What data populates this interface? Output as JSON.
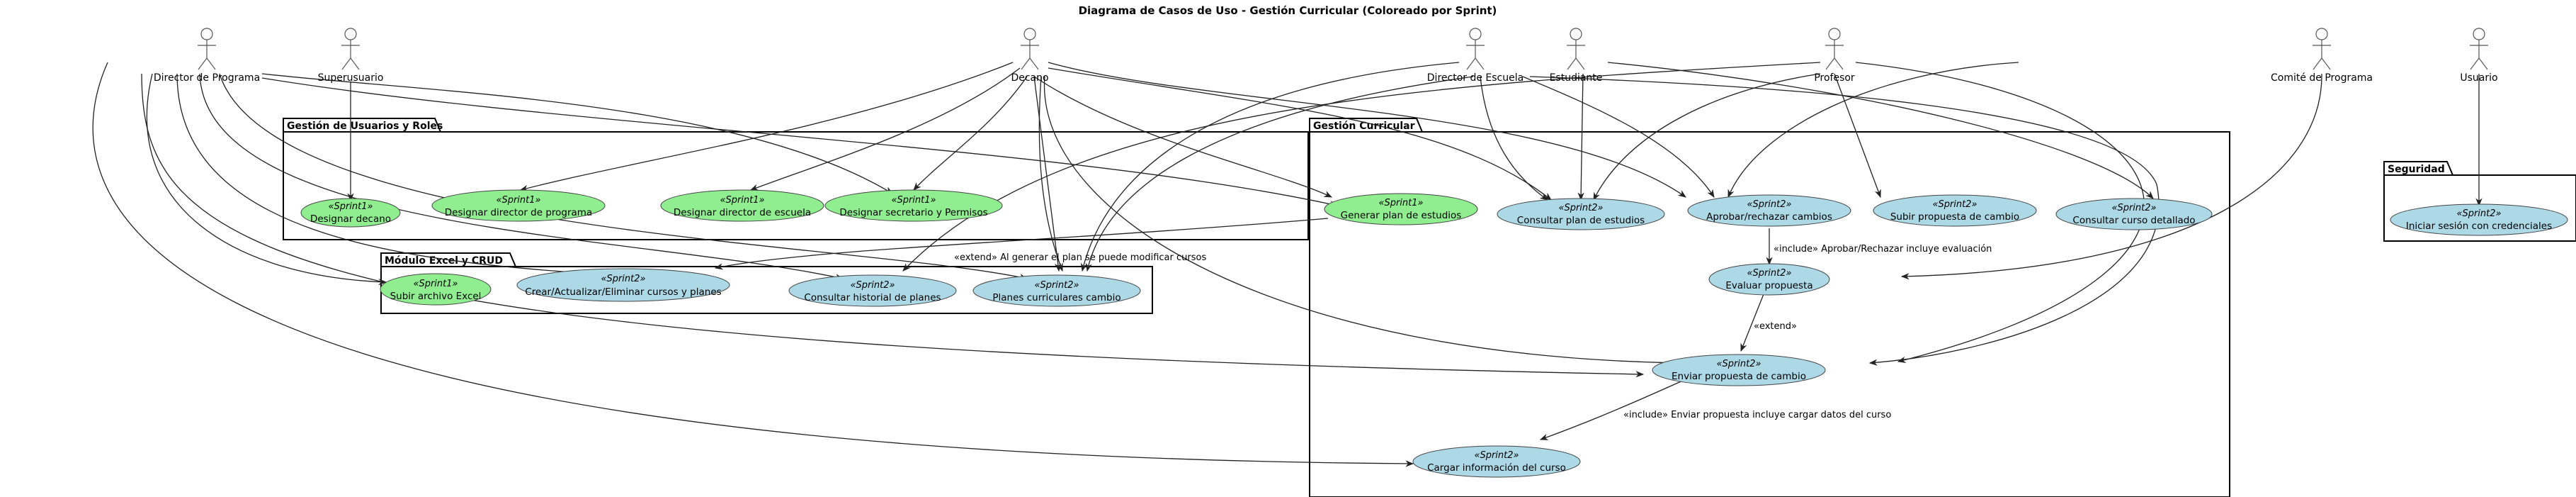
{
  "diagram": {
    "title": "Diagrama de Casos de Uso - Gestión Curricular (Coloreado por Sprint)",
    "colors": {
      "sprint1": "#90EE90",
      "sprint2": "#ADD8E6",
      "edge": "#222222"
    },
    "actors": [
      {
        "id": "director_programa",
        "label": "Director de Programa"
      },
      {
        "id": "superusuario",
        "label": "Superusuario"
      },
      {
        "id": "decano",
        "label": "Decano"
      },
      {
        "id": "director_escuela",
        "label": "Director de Escuela"
      },
      {
        "id": "estudiante",
        "label": "Estudiante"
      },
      {
        "id": "profesor",
        "label": "Profesor"
      },
      {
        "id": "comite",
        "label": "Comité de Programa"
      },
      {
        "id": "usuario",
        "label": "Usuario"
      }
    ],
    "packages": [
      {
        "id": "usuarios_roles",
        "label": "Gestión de Usuarios y Roles"
      },
      {
        "id": "excel_crud",
        "label": "Módulo Excel y CRUD"
      },
      {
        "id": "curricular",
        "label": "Gestión Curricular"
      },
      {
        "id": "seguridad",
        "label": "Seguridad"
      }
    ],
    "use_cases": [
      {
        "id": "designar_decano",
        "stereotype": "«Sprint1»",
        "label": "Designar decano",
        "sprint": 1
      },
      {
        "id": "designar_dir_programa",
        "stereotype": "«Sprint1»",
        "label": "Designar director de programa",
        "sprint": 1
      },
      {
        "id": "designar_dir_escuela",
        "stereotype": "«Sprint1»",
        "label": "Designar director de escuela",
        "sprint": 1
      },
      {
        "id": "designar_secretario",
        "stereotype": "«Sprint1»",
        "label": "Designar secretario y Permisos",
        "sprint": 1
      },
      {
        "id": "subir_excel",
        "stereotype": "«Sprint1»",
        "label": "Subir archivo Excel",
        "sprint": 1
      },
      {
        "id": "crud",
        "stereotype": "«Sprint2»",
        "label": "Crear/Actualizar/Eliminar cursos y planes",
        "sprint": 2
      },
      {
        "id": "historial",
        "stereotype": "«Sprint2»",
        "label": "Consultar historial de planes",
        "sprint": 2
      },
      {
        "id": "planes_cambio",
        "stereotype": "«Sprint2»",
        "label": "Planes curriculares cambio",
        "sprint": 2
      },
      {
        "id": "generar_plan",
        "stereotype": "«Sprint1»",
        "label": "Generar plan de estudios",
        "sprint": 1
      },
      {
        "id": "consultar_plan",
        "stereotype": "«Sprint2»",
        "label": "Consultar plan de estudios",
        "sprint": 2
      },
      {
        "id": "aprobar",
        "stereotype": "«Sprint2»",
        "label": "Aprobar/rechazar cambios",
        "sprint": 2
      },
      {
        "id": "subir_propuesta",
        "stereotype": "«Sprint2»",
        "label": "Subir propuesta de cambio",
        "sprint": 2
      },
      {
        "id": "consultar_curso",
        "stereotype": "«Sprint2»",
        "label": "Consultar curso detallado",
        "sprint": 2
      },
      {
        "id": "evaluar",
        "stereotype": "«Sprint2»",
        "label": "Evaluar propuesta",
        "sprint": 2
      },
      {
        "id": "enviar",
        "stereotype": "«Sprint2»",
        "label": "Enviar propuesta de cambio",
        "sprint": 2
      },
      {
        "id": "cargar_info",
        "stereotype": "«Sprint2»",
        "label": "Cargar información del curso",
        "sprint": 2
      },
      {
        "id": "iniciar_sesion",
        "stereotype": "«Sprint2»",
        "label": "Iniciar sesión con credenciales",
        "sprint": 2
      }
    ],
    "relation_labels": [
      {
        "id": "extend_generar",
        "text": "«extend» Al generar el plan se puede modificar cursos"
      },
      {
        "id": "include_aprobar",
        "text": "«include» Aprobar/Rechazar incluye evaluación"
      },
      {
        "id": "extend_evaluar",
        "text": "«extend»"
      },
      {
        "id": "include_enviar",
        "text": "«include» Enviar propuesta incluye cargar datos del curso"
      }
    ]
  }
}
